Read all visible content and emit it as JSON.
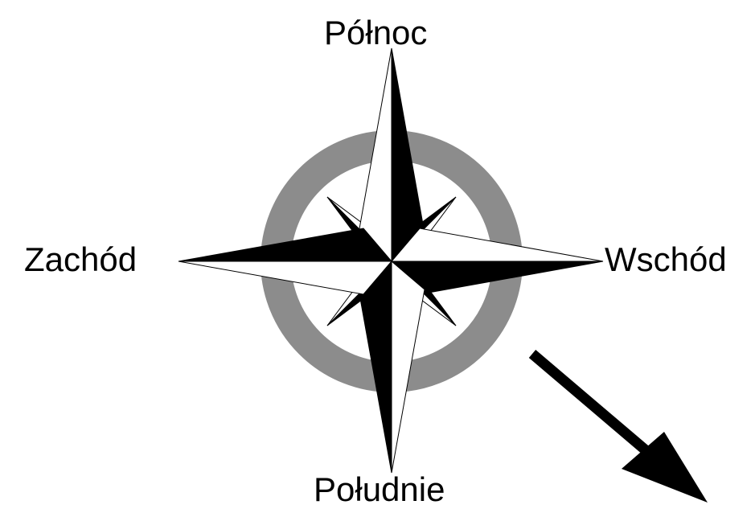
{
  "directions": {
    "north": "Północ",
    "west": "Zachód",
    "east": "Wschód",
    "south": "Południe"
  },
  "colors": {
    "ring": "#8c8c8c",
    "star_dark": "#000000",
    "star_light": "#ffffff",
    "arrow": "#000000"
  }
}
